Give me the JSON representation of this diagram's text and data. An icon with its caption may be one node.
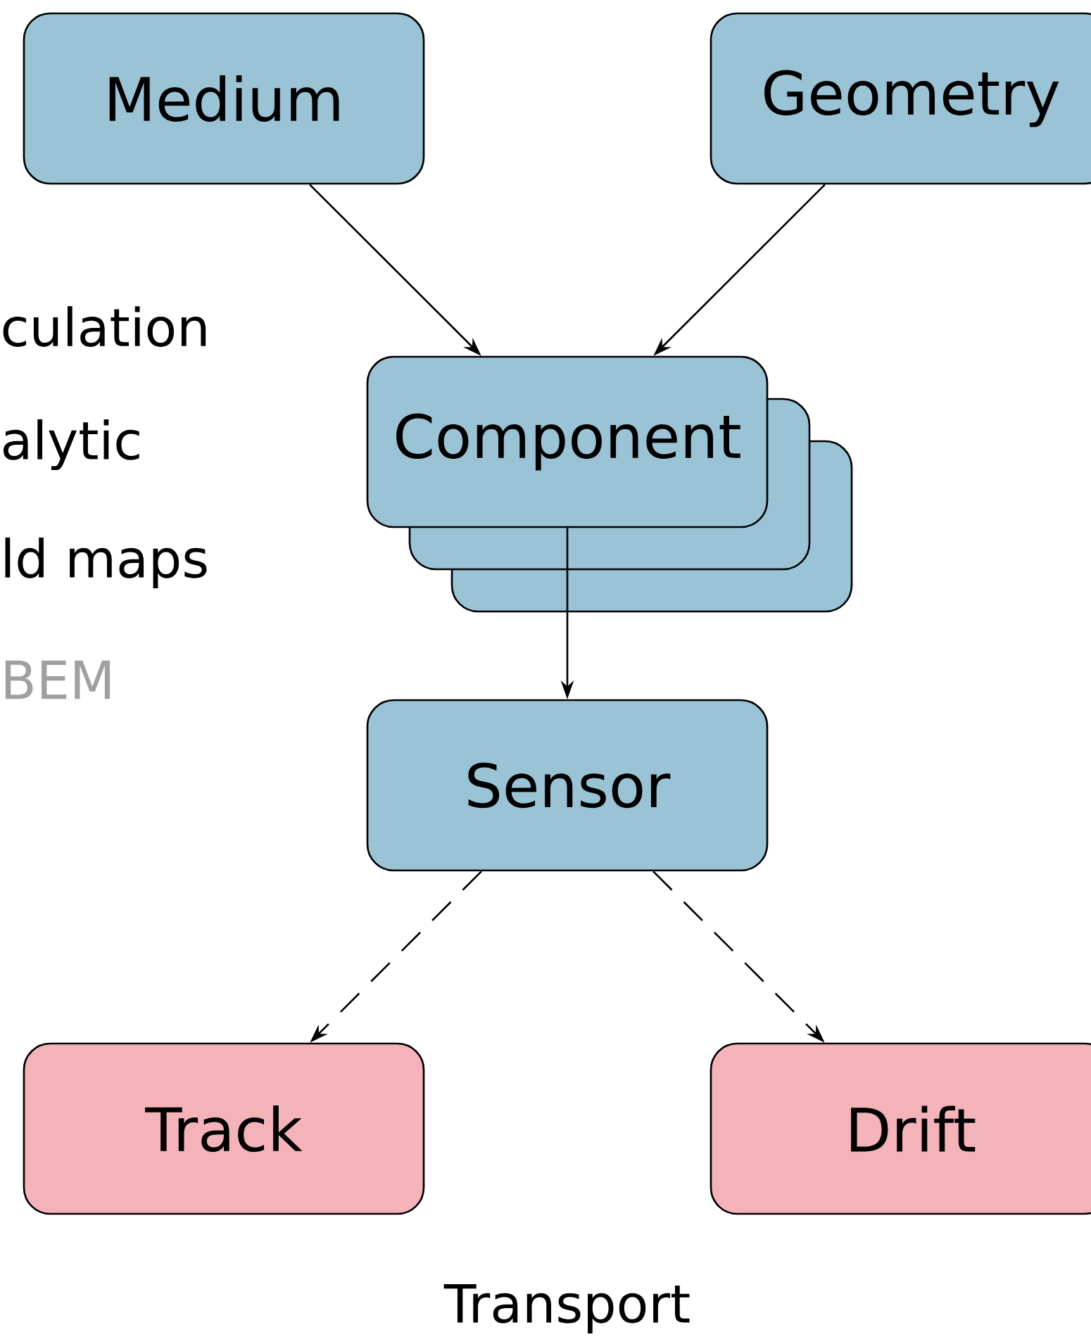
{
  "diagram": {
    "nodes": [
      {
        "text": [
          "Medium"
        ]
      },
      {
        "text": [
          "Geometry"
        ]
      },
      {
        "text": [
          "Component"
        ]
      },
      {
        "text": [
          "Sensor"
        ]
      },
      {
        "text": [
          "Track"
        ]
      },
      {
        "text": [
          "Drift"
        ]
      }
    ],
    "edges": [
      {
        "from": 0,
        "to": 2,
        "arrow": "to"
      },
      {
        "from": 1,
        "to": 2,
        "arrow": "to"
      },
      {
        "from": 2,
        "to": 3,
        "arrow": "to"
      },
      {
        "from": 3,
        "to": 4,
        "arrow": "to",
        "style": "dashed"
      },
      {
        "from": 3,
        "to": 5,
        "arrow": "to",
        "style": "dashed"
      }
    ],
    "labels": [
      "culation",
      "alytic",
      "ld maps",
      "BEM",
      "Transport"
    ]
  }
}
